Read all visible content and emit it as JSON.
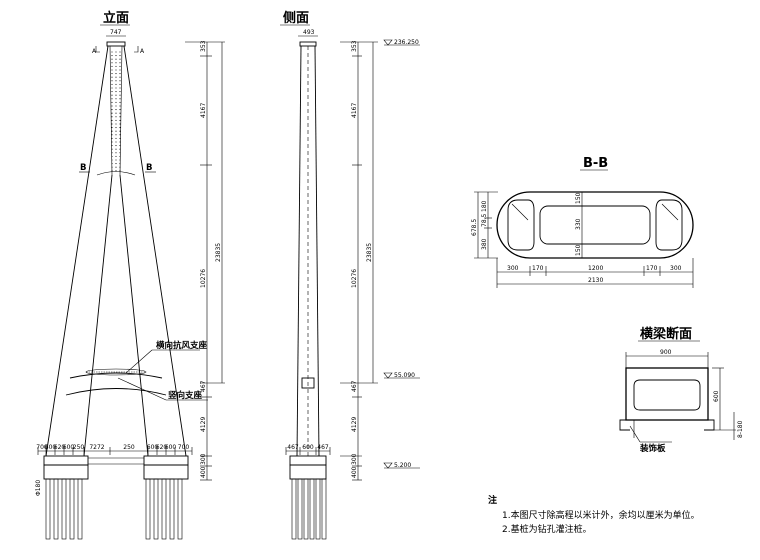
{
  "headings": {
    "front": "立面",
    "side": "侧面",
    "section_bb": "B-B",
    "beam": "横梁断面"
  },
  "section_marks": {
    "a_left": "A",
    "a_right": "A",
    "b_left": "B",
    "b_right": "B"
  },
  "labels": {
    "wind_bearing": "横向抗风支座",
    "vertical_bearing": "竖向支座",
    "decor_plate": "装饰板"
  },
  "elevations": {
    "top": "236.250",
    "mid": "55.090",
    "base": "5.200"
  },
  "front_dims": {
    "top_width": "747",
    "r1": "353",
    "r2": "4167",
    "r3": "10276",
    "total_upper": "23835",
    "r4": "467",
    "r5": "4129",
    "r6": "300",
    "r7": "400",
    "bottom": [
      "700",
      "600",
      "620",
      "600",
      "250",
      "7272",
      "250",
      "600",
      "620",
      "600",
      "700"
    ],
    "pile": "Φ180"
  },
  "side_dims": {
    "top_width": "493",
    "r1": "353",
    "r2": "4167",
    "r3": "10276",
    "total_upper": "23835",
    "r4": "467",
    "r5": "4129",
    "r6": "300",
    "r7": "400",
    "bottom": [
      "467",
      "600",
      "467"
    ]
  },
  "bb_dims": {
    "height": "678.5",
    "h1": "180",
    "h2": "78.5",
    "h3": "380",
    "i1": "150",
    "i2": "330",
    "i3": "150",
    "w1": "300",
    "w2": "170",
    "w3": "1200",
    "w4": "170",
    "w5": "300",
    "total": "2130"
  },
  "beam_dims": {
    "width": "900",
    "height": "600",
    "side": "8-180"
  },
  "notes": {
    "title": "注",
    "line1": "1.本图尺寸除高程以米计外，余均以厘米为单位。",
    "line2": "2.基桩为钻孔灌注桩。"
  }
}
